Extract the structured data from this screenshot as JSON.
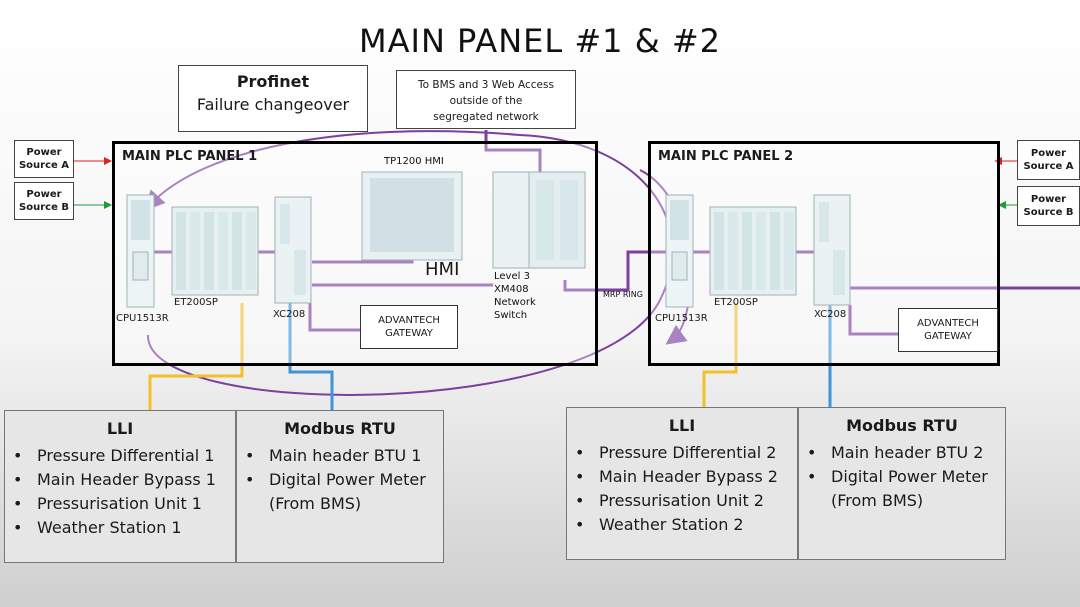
{
  "title": "MAIN PANEL #1 & #2",
  "profinet": {
    "heading": "Profinet",
    "subtitle": "Failure changeover"
  },
  "bms_note": {
    "line1": "To BMS and 3 Web Access",
    "line2": "outside of the",
    "line3": "segregated network"
  },
  "power": {
    "left_a": {
      "line1": "Power",
      "line2": "Source A"
    },
    "left_b": {
      "line1": "Power",
      "line2": "Source B"
    },
    "right_a": {
      "line1": "Power",
      "line2": "Source A"
    },
    "right_b": {
      "line1": "Power",
      "line2": "Source B"
    }
  },
  "panel1": {
    "title": "MAIN PLC PANEL 1",
    "hmi_label": "TP1200 HMI",
    "hmi_text": "HMI",
    "cpu": "CPU1513R",
    "et200": "ET200SP",
    "xc208": "XC208",
    "gateway": {
      "line1": "ADVANTECH",
      "line2": "GATEWAY"
    },
    "switch": {
      "line1": "Level 3",
      "line2": "XM408",
      "line3": "Network",
      "line4": "Switch"
    }
  },
  "mrp_ring": "MRP RING",
  "panel2": {
    "title": "MAIN PLC PANEL 2",
    "cpu": "CPU1513R",
    "et200": "ET200SP",
    "xc208": "XC208",
    "gateway": {
      "line1": "ADVANTECH",
      "line2": "GATEWAY"
    }
  },
  "lli1": {
    "heading": "LLI",
    "items": [
      "Pressure Differential 1",
      "Main Header Bypass 1",
      "Pressurisation Unit 1",
      "Weather Station 1"
    ]
  },
  "modbus1": {
    "heading": "Modbus RTU",
    "items": [
      "Main header BTU 1",
      "Digital Power Meter",
      "(From BMS)"
    ]
  },
  "lli2": {
    "heading": "LLI",
    "items": [
      "Pressure Differential 2",
      "Main Header Bypass 2",
      "Pressurisation Unit 2",
      "Weather Station 2"
    ]
  },
  "modbus2": {
    "heading": "Modbus RTU",
    "items": [
      "Main header BTU 2",
      "Digital Power Meter",
      "(From BMS)"
    ]
  },
  "colors": {
    "profinet": "#7a3fa0",
    "lli": "#f2c02a",
    "modbus": "#3e94d6",
    "power_a": "#e02020",
    "power_b": "#1f9a3a"
  }
}
